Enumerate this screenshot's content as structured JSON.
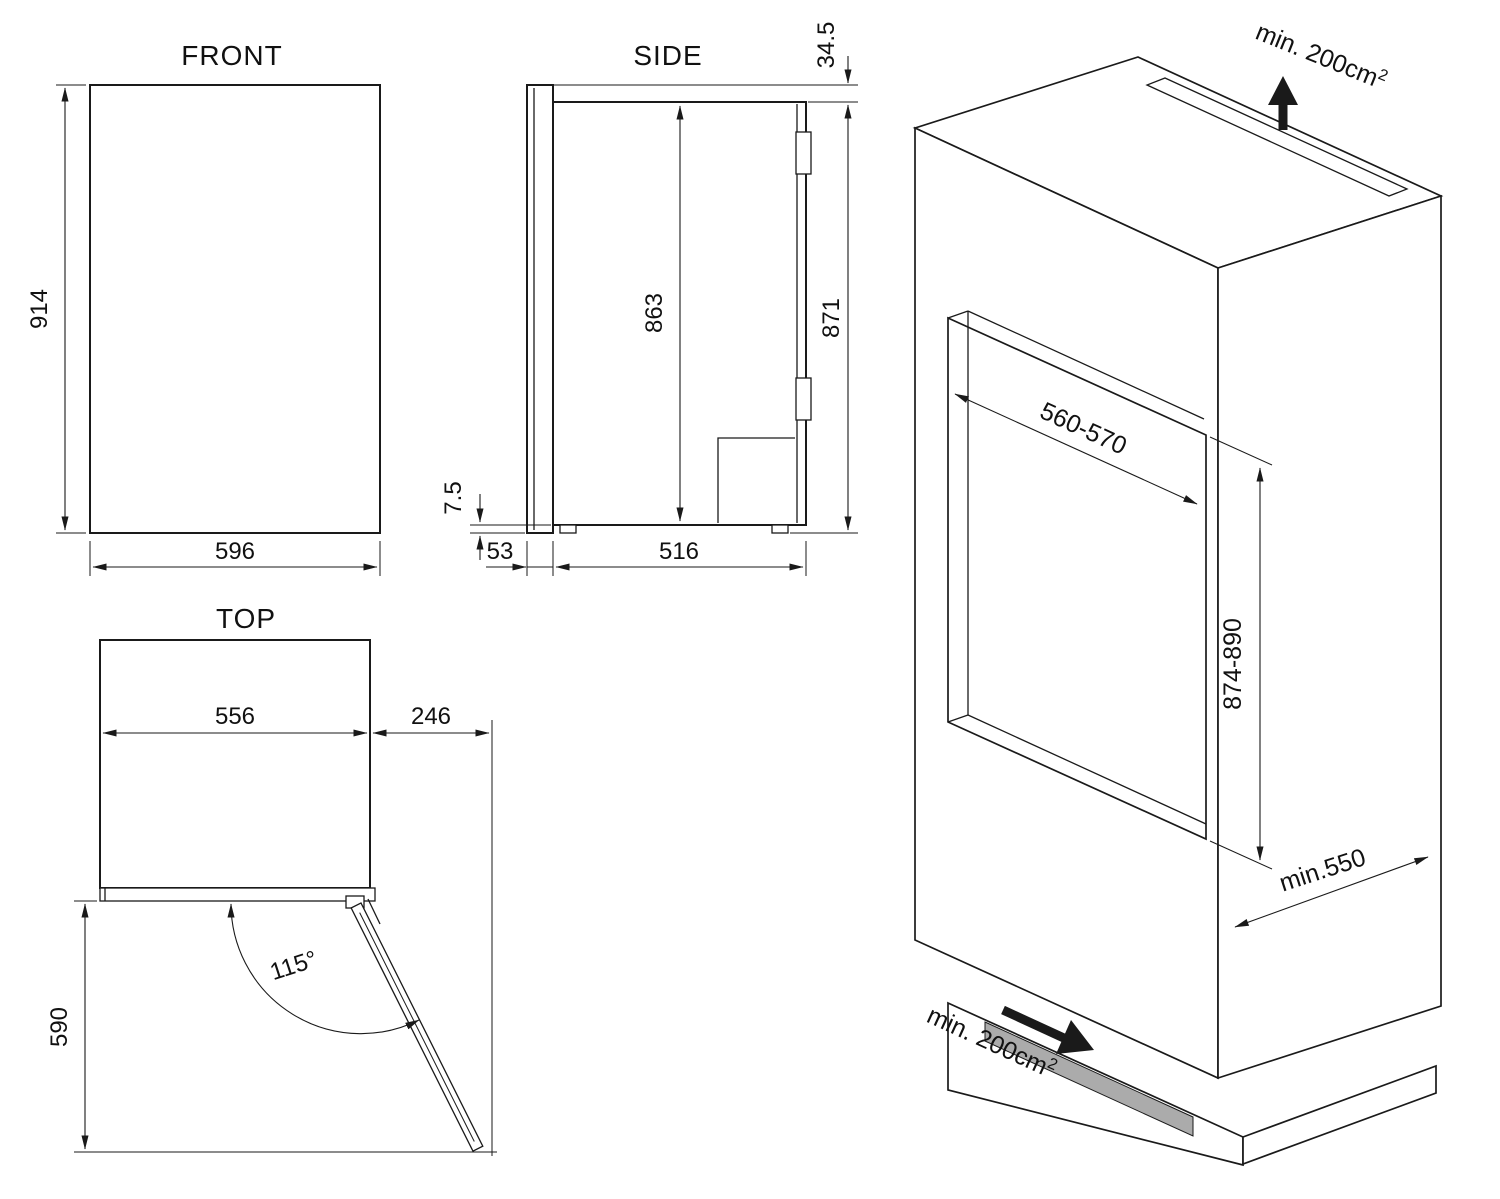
{
  "canvas": {
    "bg": "#ffffff",
    "ink": "#1a1a1a",
    "vent_fill": "#ababab"
  },
  "front_view": {
    "title": "FRONT",
    "height": "914",
    "width": "596"
  },
  "side_view": {
    "title": "SIDE",
    "top_offset": "34.5",
    "inner_height": "863",
    "body_height": "871",
    "foot_height": "7.5",
    "door_depth": "53",
    "body_depth": "516"
  },
  "top_view": {
    "title": "TOP",
    "body_width": "556",
    "door_clearance": "246",
    "swing_depth": "590",
    "door_angle": "115°"
  },
  "installation": {
    "niche_width": "560-570",
    "niche_height": "874-890",
    "niche_depth": "min.550",
    "vent_top": "min. 200cm",
    "vent_top_sup": "2",
    "vent_bottom": "min. 200cm",
    "vent_bottom_sup": "2"
  }
}
